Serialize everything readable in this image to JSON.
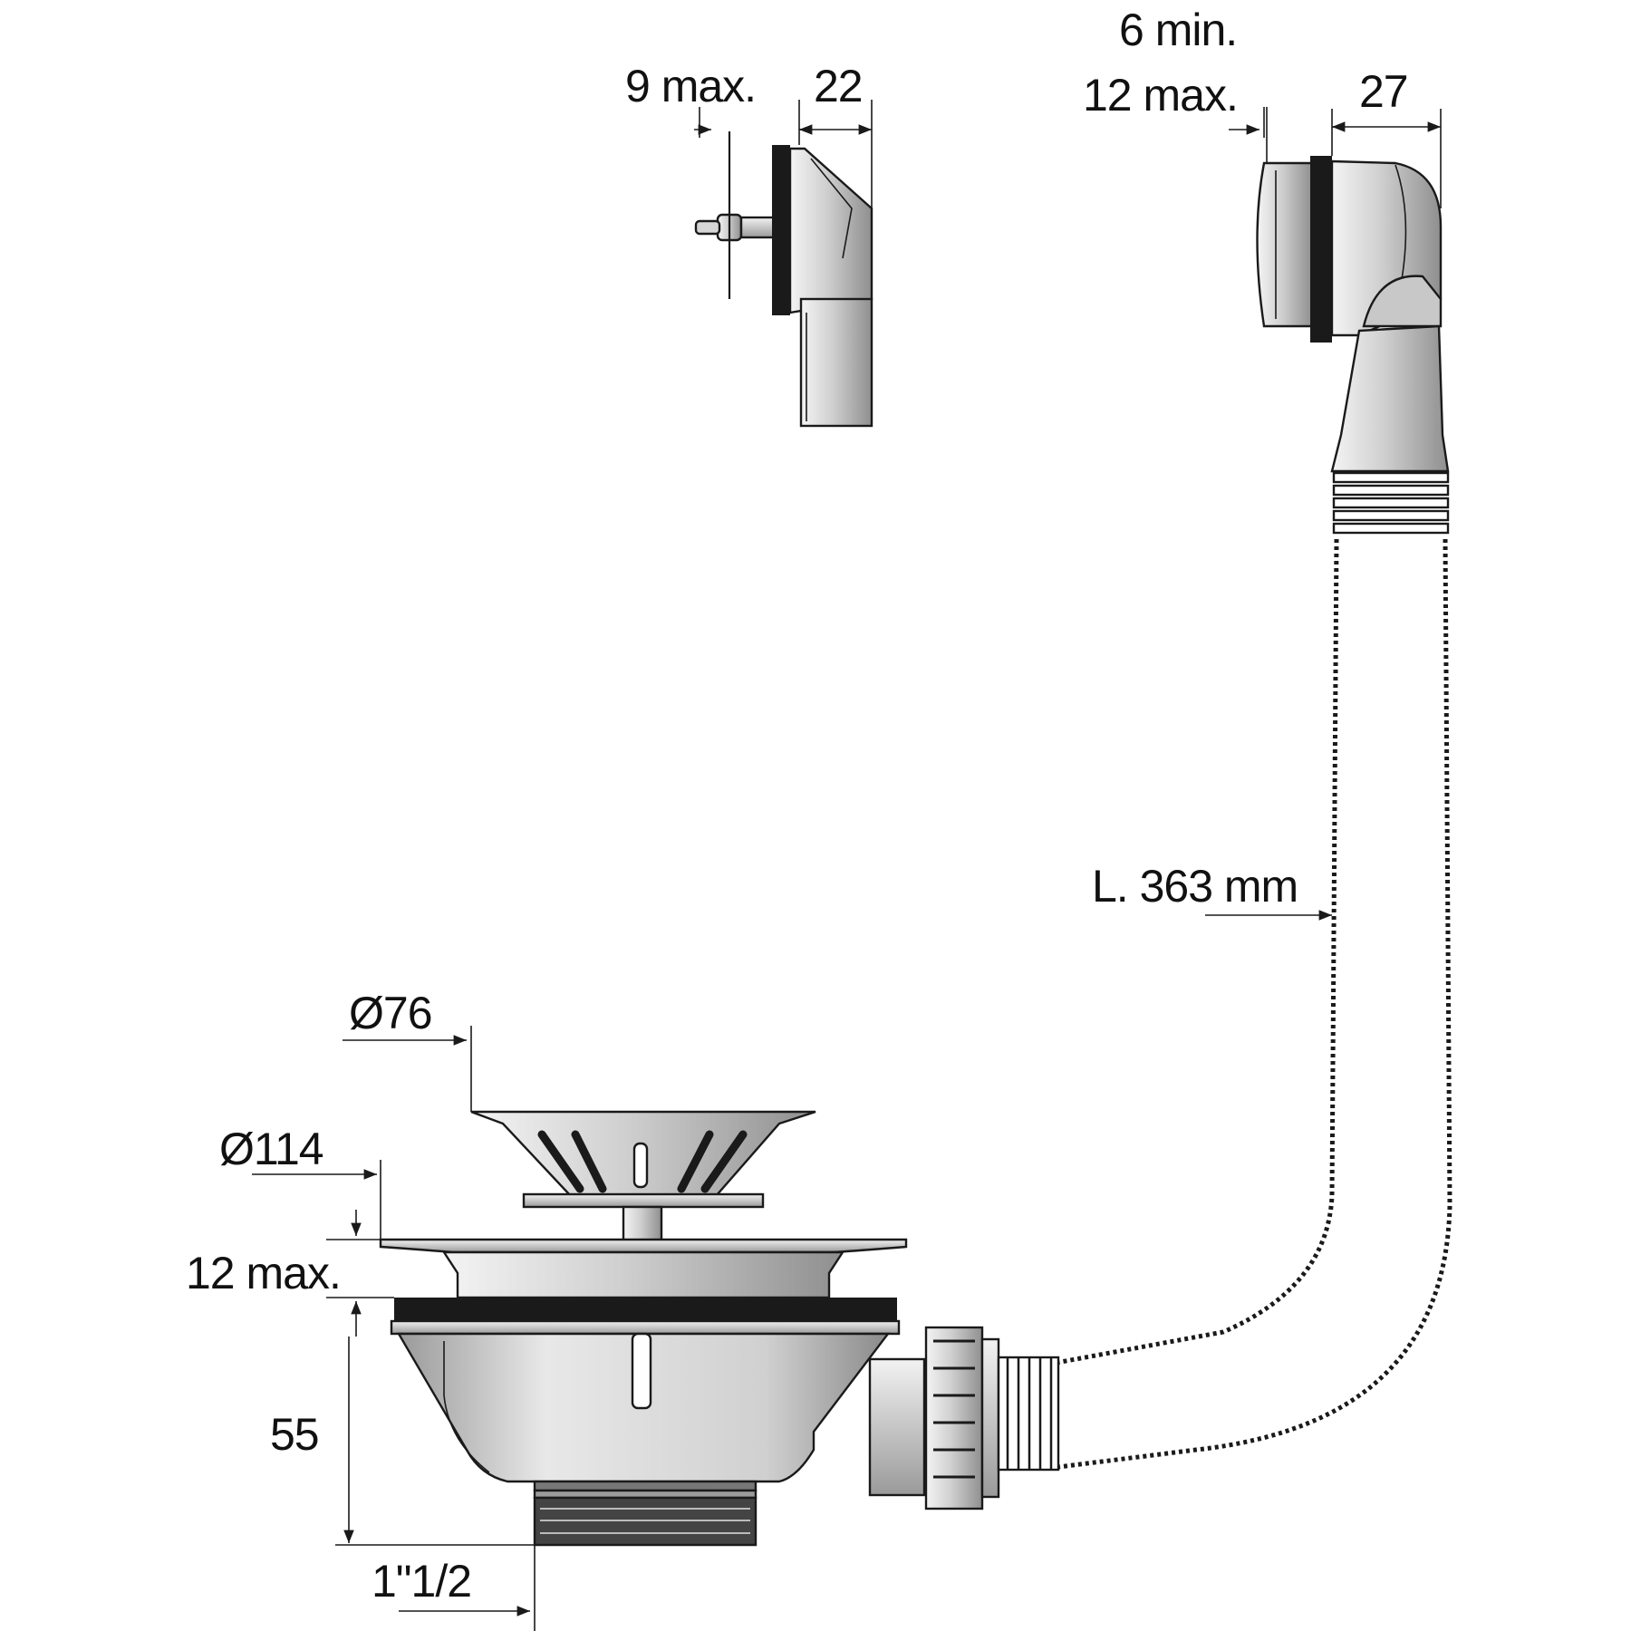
{
  "labels": {
    "overflow_left_thickness": "9 max.",
    "overflow_left_depth": "22",
    "overflow_right_min": "6 min.",
    "overflow_right_max": "12 max.",
    "overflow_right_depth": "27",
    "hose_length": "L. 363 mm",
    "strainer_diameter": "Ø76",
    "flange_diameter": "Ø114",
    "sink_thickness": "12 max.",
    "body_height": "55",
    "outlet_thread": "1\"1/2"
  },
  "colors": {
    "line": "#1a1a1a",
    "metal_light": "#d9d9d9",
    "metal_mid": "#a9a9a9",
    "gasket": "#1a1a1a",
    "background": "#ffffff"
  }
}
